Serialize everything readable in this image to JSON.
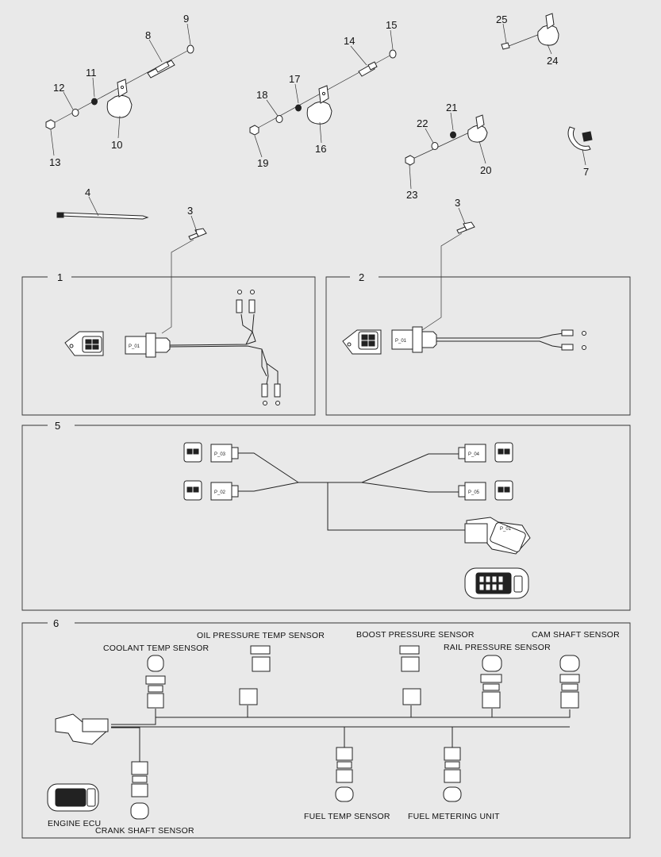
{
  "callouts": {
    "n1": "1",
    "n2": "2",
    "n3a": "3",
    "n3b": "3",
    "n4": "4",
    "n5": "5",
    "n6": "6",
    "n7": "7",
    "n8": "8",
    "n9": "9",
    "n10": "10",
    "n11": "11",
    "n12": "12",
    "n13": "13",
    "n14": "14",
    "n15": "15",
    "n16": "16",
    "n17": "17",
    "n18": "18",
    "n19": "19",
    "n20": "20",
    "n21": "21",
    "n22": "22",
    "n23": "23",
    "n24": "24",
    "n25": "25"
  },
  "connector_tags": {
    "p01_a": "P_01",
    "p01_b": "P_01",
    "p01_c": "P_01",
    "p02": "P_02",
    "p03": "P_03",
    "p04": "P_04",
    "p05": "P_05"
  },
  "harness_labels": {
    "coolant": "COOLANT TEMP SENSOR",
    "oil": "OIL PRESSURE TEMP SENSOR",
    "boost": "BOOST PRESSURE SENSOR",
    "rail": "RAIL PRESSURE SENSOR",
    "cam": "CAM SHAFT SENSOR",
    "ecu": "ENGINE ECU",
    "crank": "CRANK SHAFT SENSOR",
    "fuel_temp": "FUEL TEMP SENSOR",
    "fuel_metering": "FUEL METERING UNIT"
  }
}
